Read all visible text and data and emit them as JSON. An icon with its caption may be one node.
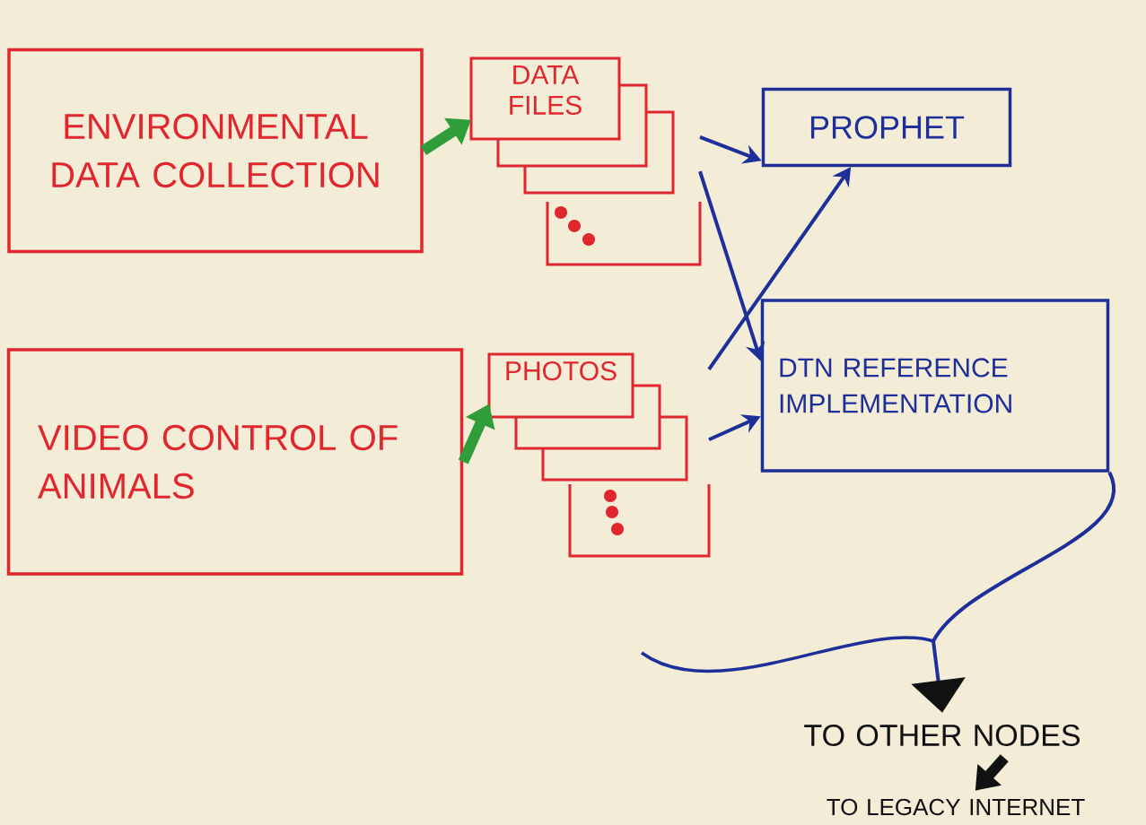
{
  "diagram": {
    "nodes": [
      {
        "text": [
          "ENVIRONMENTAL DATA COLLECTION"
        ]
      },
      {
        "text": [
          "DATA FILES"
        ]
      },
      {
        "text": [
          "PROPHET"
        ]
      },
      {
        "text": [
          "DTN REFERENCE IMPLEMENTATION"
        ]
      },
      {
        "text": [
          "VIDEO CONTROL OF ANIMALS"
        ]
      },
      {
        "text": [
          "PHOTOS"
        ]
      },
      {
        "text": [
          "TO OTHER NODES"
        ]
      },
      {
        "text": [
          "TO LEGACY INTERNET"
        ]
      }
    ],
    "edges": [
      {
        "from": 0,
        "to": 1,
        "arrow": "to",
        "style": "thick",
        "color": "#2f9e3a"
      },
      {
        "from": 4,
        "to": 5,
        "arrow": "to",
        "style": "thick",
        "color": "#2f9e3a"
      },
      {
        "from": 1,
        "to": 2,
        "arrow": "to"
      },
      {
        "from": 1,
        "to": 3,
        "arrow": "to"
      },
      {
        "from": 5,
        "to": 2,
        "arrow": "to"
      },
      {
        "from": 5,
        "to": 3,
        "arrow": "to"
      },
      {
        "from": 3,
        "to": 6,
        "arrow": "to"
      },
      {
        "from": 6,
        "to": 7,
        "arrow": "to",
        "style": "thick",
        "color": "#111111"
      }
    ]
  }
}
